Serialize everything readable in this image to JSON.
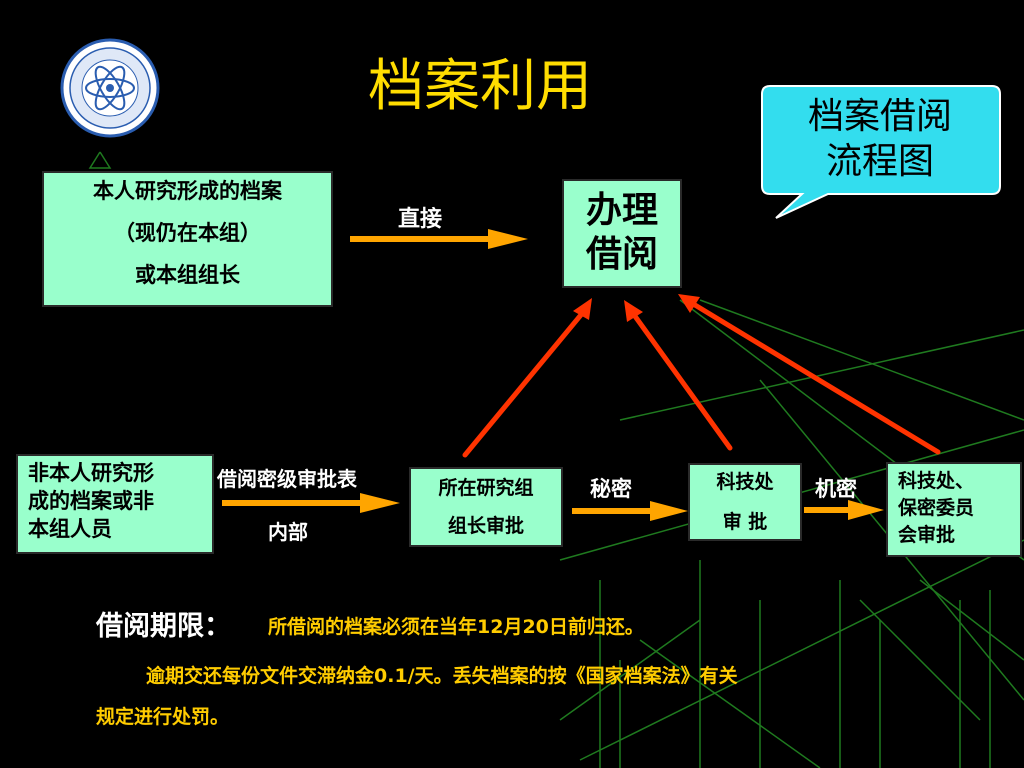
{
  "title": "档案利用",
  "callout": {
    "line1": "档案借阅",
    "line2": "流程图"
  },
  "boxes": {
    "own_records": {
      "line1": "本人研究形成的档案",
      "line2": "（现仍在本组）",
      "line3": "或本组组长"
    },
    "handle_borrow": {
      "line1": "办理",
      "line2": "借阅"
    },
    "other_records": {
      "line1": "非本人研究形",
      "line2": "成的档案或非",
      "line3": "本组人员"
    },
    "group_leader": {
      "line1": "所在研究组",
      "line2": "组长审批"
    },
    "sci_dept": {
      "line1": "科技处",
      "line2": "审 批"
    },
    "committee": {
      "line1": "科技处、",
      "line2": "保密委员",
      "line3": "会审批"
    }
  },
  "arrow_labels": {
    "direct": "直接",
    "borrow_level_form": "借阅密级审批表",
    "internal": "内部",
    "secret": "秘密",
    "confidential": "机密"
  },
  "notes": {
    "period_label": "借阅期限：",
    "period_text": "所借阅的档案必须在当年12月20日前归还。",
    "overdue_line1": "逾期交还每份文件交滞纳金0.1/天。丢失档案的按《国家档案法》有关",
    "overdue_line2": "规定进行处罚。"
  },
  "colors": {
    "title": "#ffdd00",
    "box_fill": "#99ffcc",
    "callout_fill": "#33ddee",
    "orange_arrow": "#ffa500",
    "red_arrow": "#ff3300",
    "note_text": "#ffcc00",
    "background_lines": "#1f7a1f"
  },
  "logo": {
    "icon": "atom-emblem-logo"
  }
}
